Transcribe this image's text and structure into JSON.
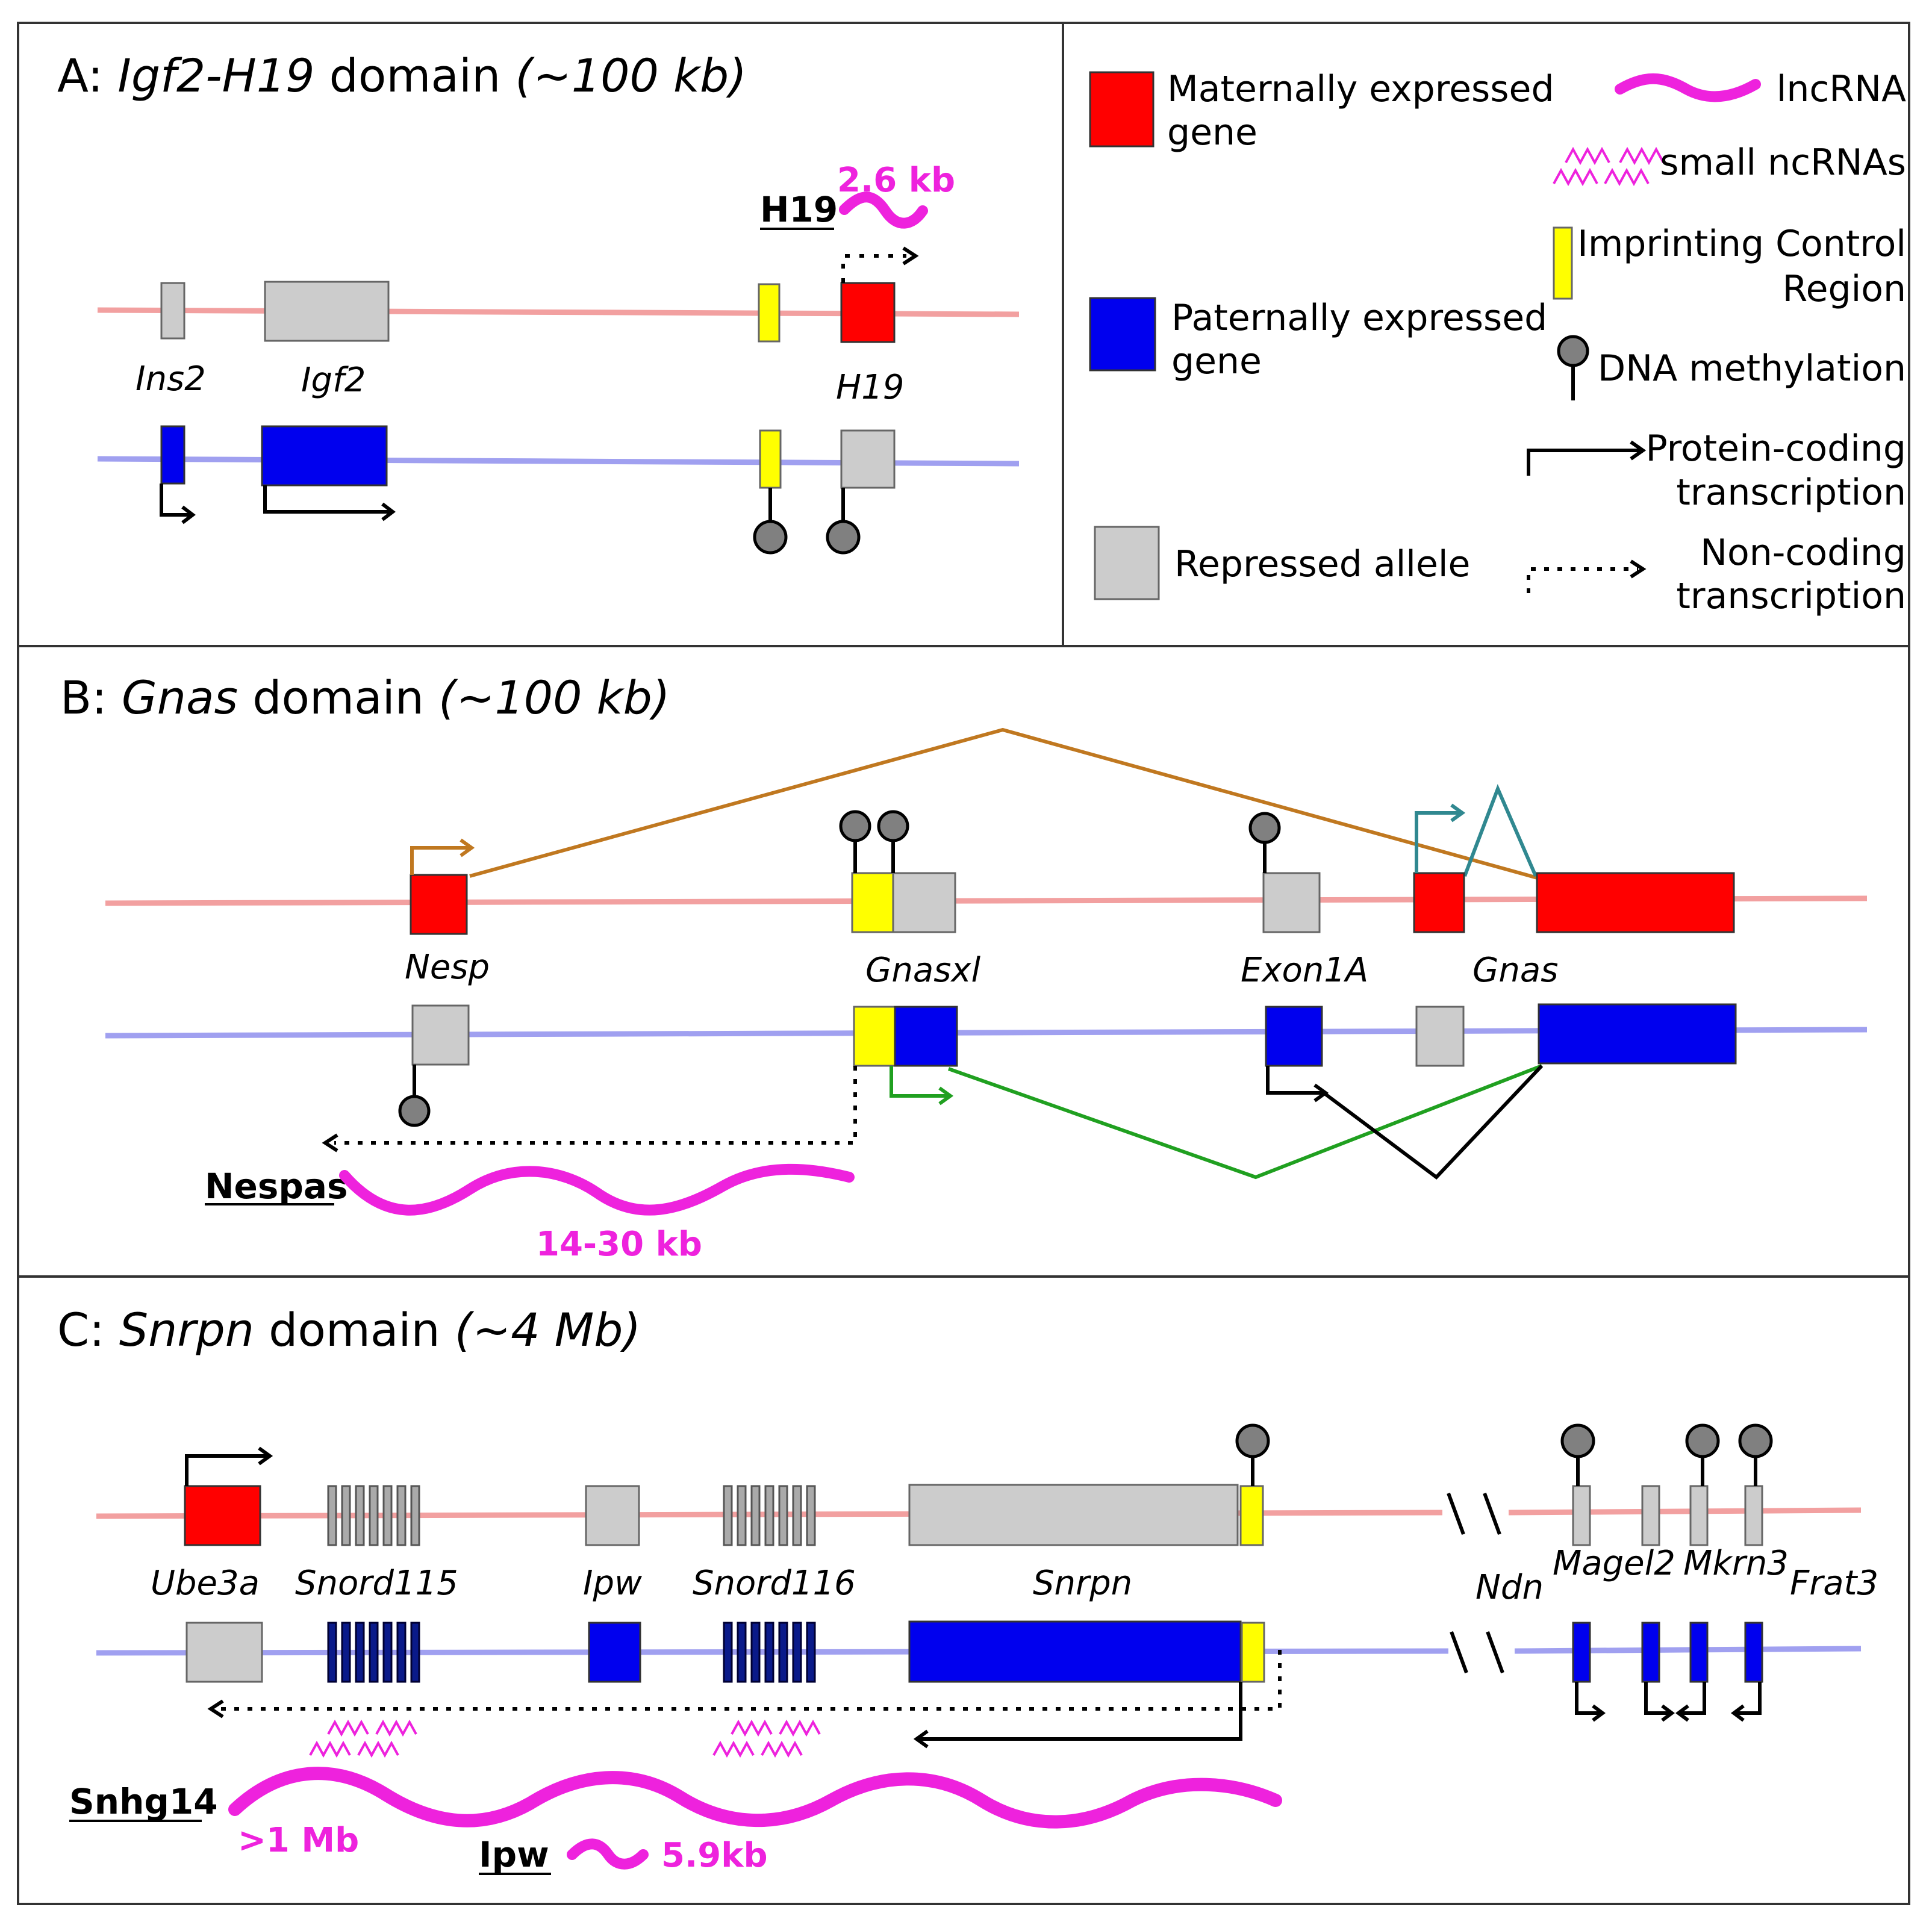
{
  "colors": {
    "maternal_gene": "#ff0000",
    "paternal_gene": "#0000ee",
    "repressed": "#cccccc",
    "icr": "#ffff00",
    "methyl": "#808080",
    "lncrna": "#ee22dd",
    "maternal_line": "#f2a0a0",
    "paternal_line": "#a0a0f0",
    "splice_nesp": "#c07820",
    "splice_gnas": "#308890",
    "splice_gnasxl": "#20a020",
    "snord_dark": "#0a1a8a"
  },
  "panelA": {
    "title_prefix": "A: ",
    "title_gene": "Igf2-H19",
    "title_mid": " domain ",
    "title_size": "(~100 kb)",
    "lnc_name": "H19",
    "lnc_size": "2.6 kb",
    "genes": {
      "ins2": "Ins2",
      "igf2": "Igf2",
      "h19": "H19"
    }
  },
  "legend": {
    "maternal": [
      "Maternally expressed",
      "gene"
    ],
    "paternal": [
      "Paternally expressed",
      "gene"
    ],
    "repressed": "Repressed allele",
    "lncrna": "lncRNA",
    "small": "small ncRNAs",
    "icr": [
      "Imprinting Control",
      "Region"
    ],
    "methyl": "DNA methylation",
    "protein": [
      "Protein-coding",
      "transcription"
    ],
    "noncoding": [
      "Non-coding",
      "transcription"
    ]
  },
  "panelB": {
    "title_prefix": "B: ",
    "title_gene": "Gnas",
    "title_mid": " domain ",
    "title_size": "(~100 kb)",
    "genes": {
      "nesp": "Nesp",
      "gnasxl": "Gnasxl",
      "exon1a": "Exon1A",
      "gnas": "Gnas"
    },
    "lnc_name": "Nespas",
    "lnc_size": "14-30 kb"
  },
  "panelC": {
    "title_prefix": "C: ",
    "title_gene": "Snrpn",
    "title_mid": " domain ",
    "title_size": "(~4 Mb)",
    "genes": {
      "ube3a": "Ube3a",
      "snord115": "Snord115",
      "ipw": "Ipw",
      "snord116": "Snord116",
      "snrpn": "Snrpn",
      "ndn": "Ndn",
      "magel2": "Magel2",
      "mkrn3": "Mkrn3",
      "frat3": "Frat3"
    },
    "lnc1_name": "Snhg14",
    "lnc1_size": ">1 Mb",
    "lnc2_name": "Ipw",
    "lnc2_size": "5.9kb"
  }
}
